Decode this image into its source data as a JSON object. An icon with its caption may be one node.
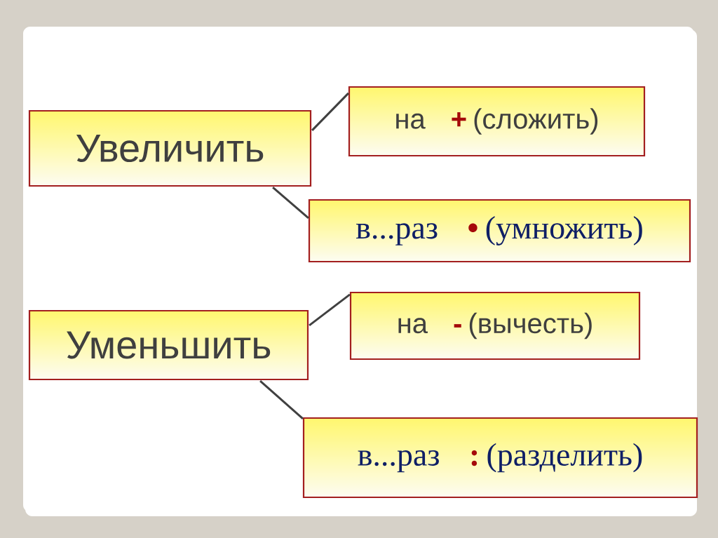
{
  "diagram": {
    "nodes": [
      {
        "text": [
          "Увеличить"
        ]
      },
      {
        "text": [
          "на",
          "+",
          "(сложить)"
        ]
      },
      {
        "text": [
          "в...раз",
          "•",
          "(умножить)"
        ]
      },
      {
        "text": [
          "Уменьшить"
        ]
      },
      {
        "text": [
          "на",
          "-",
          "(вычесть)"
        ]
      },
      {
        "text": [
          "в...раз",
          ":",
          "(разделить)"
        ]
      }
    ],
    "edges": [
      {
        "from": 0,
        "to": 1,
        "arrow": "none"
      },
      {
        "from": 0,
        "to": 2,
        "arrow": "none"
      },
      {
        "from": 3,
        "to": 4,
        "arrow": "none"
      },
      {
        "from": 3,
        "to": 5,
        "arrow": "none"
      }
    ]
  }
}
